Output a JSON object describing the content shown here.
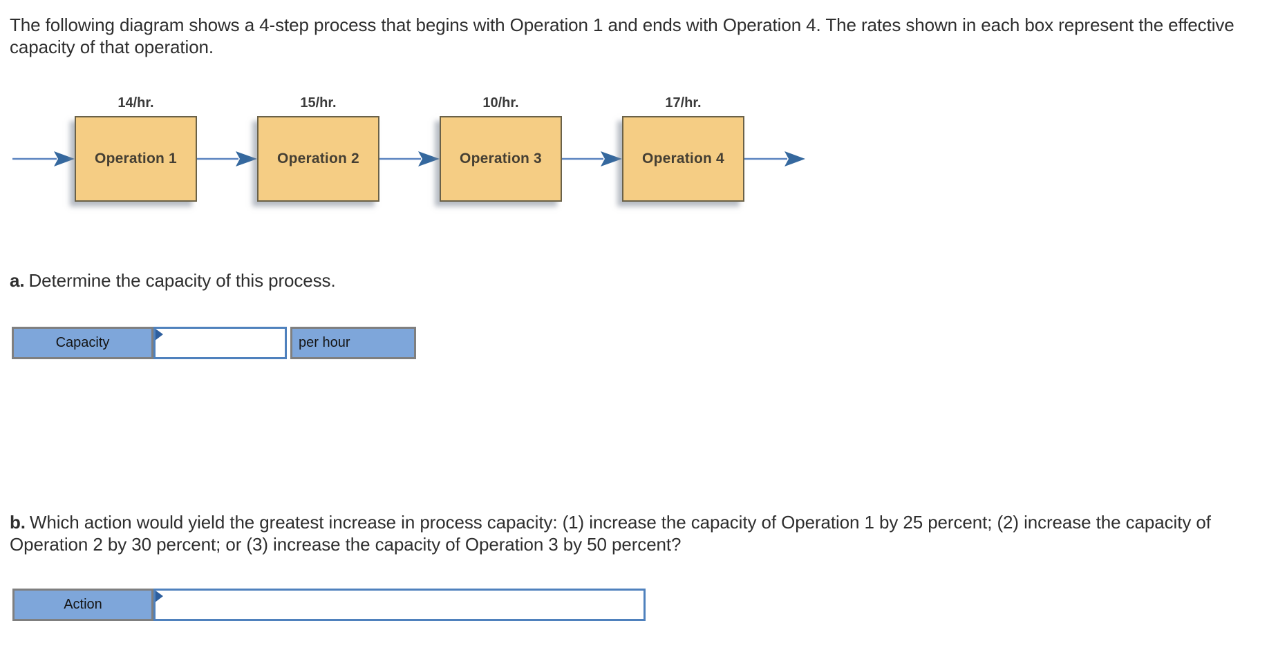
{
  "intro": "The following diagram shows a 4-step process that begins with Operation 1 and ends with Operation 4. The rates shown in each box represent the effective capacity of that operation.",
  "diagram": {
    "operations": [
      {
        "rate": "14/hr.",
        "label": "Operation 1"
      },
      {
        "rate": "15/hr.",
        "label": "Operation 2"
      },
      {
        "rate": "10/hr.",
        "label": "Operation 3"
      },
      {
        "rate": "17/hr.",
        "label": "Operation 4"
      }
    ],
    "colors": {
      "box_fill": "#f5cd84",
      "box_border": "#6a6148",
      "arrow_line": "#5b84c0",
      "arrow_head": "#35689e"
    }
  },
  "part_a": {
    "prefix": "a.",
    "text": "Determine the capacity of this process.",
    "row": {
      "label": "Capacity",
      "input_value": "",
      "suffix": "per hour"
    }
  },
  "part_b": {
    "prefix": "b.",
    "text": "Which action would yield the greatest increase in process capacity: (1) increase the capacity of Operation 1 by 25 percent; (2) increase the capacity of Operation 2 by 30 percent; or (3) increase the capacity of Operation 3 by 50 percent?",
    "row": {
      "label": "Action",
      "input_value": ""
    }
  },
  "ui_colors": {
    "answer_cell_blue": "#7ea6da",
    "answer_cell_border": "#7f7f7f",
    "input_border_blue": "#4f81bd",
    "input_marker_blue": "#2e5f9e"
  }
}
